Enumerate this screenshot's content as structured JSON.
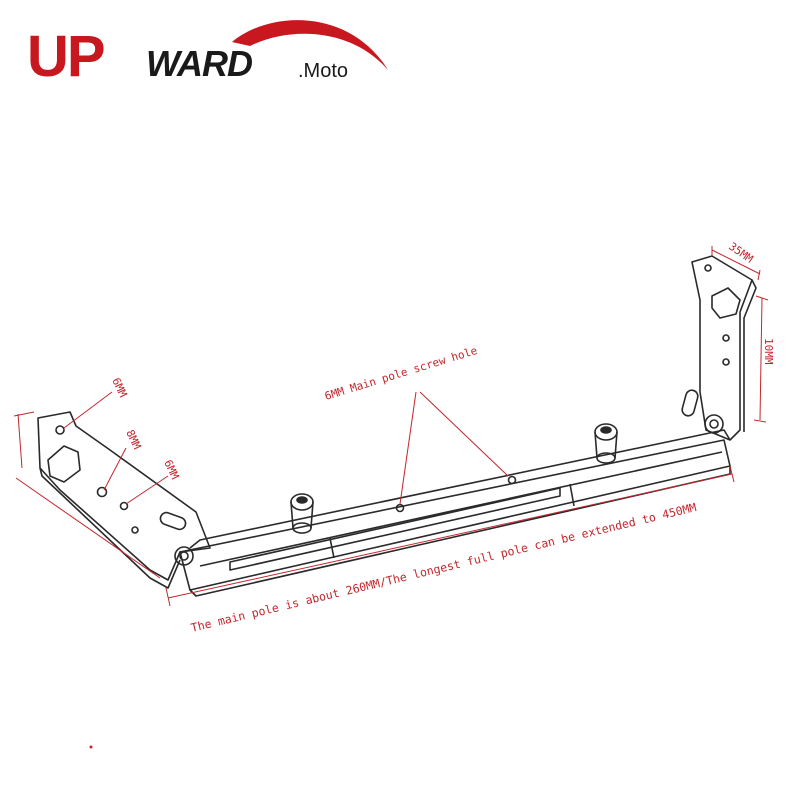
{
  "logo": {
    "brand_up": "UP",
    "brand_ward": "WARD",
    "suffix": ".Moto",
    "brand_color": "#c8171e",
    "text_color": "#1a1a1a"
  },
  "annotations": {
    "color": "#c2272d",
    "hole_6mm_top": "6MM",
    "hole_8mm": "8MM",
    "hole_6mm_lower": "6MM",
    "screw_hole": "6MM Main pole screw hole",
    "width_35mm": "35MM",
    "height_10mm": "10MM",
    "main_pole_note": "The main pole is about 260MM/The longest full pole can be extended to 450MM"
  },
  "drawing": {
    "line_color": "#2a2a2a"
  }
}
